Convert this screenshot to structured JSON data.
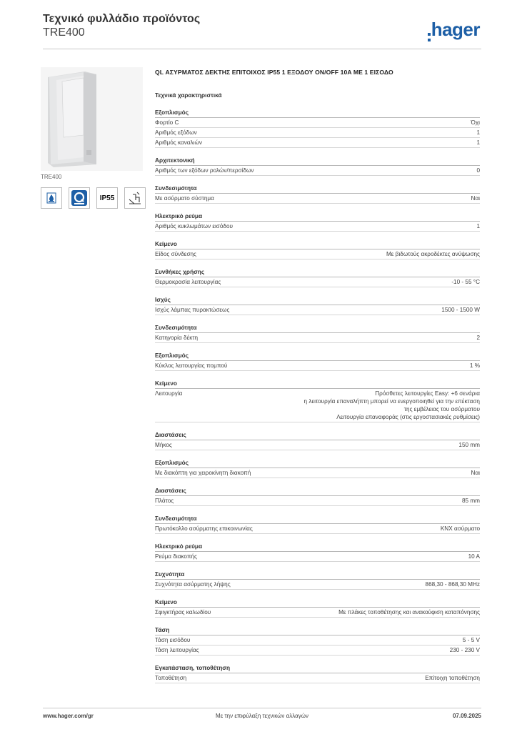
{
  "header": {
    "title": "Τεχνικό φυλλάδιο προϊόντος",
    "subtitle": "TRE400",
    "logo": "hager"
  },
  "product": {
    "image_code": "TRE400",
    "name": "QL ΑΣΥΡΜΑΤΟΣ ΔΕΚΤΗΣ ΕΠΙΤΟΙΧΟΣ IP55 1 ΕΞΟΔΟΥ ON/OFF 10A ΜΕ 1 ΕΙΣΟΔΟ",
    "icons": [
      {
        "name": "drop-icon"
      },
      {
        "name": "quicklink-icon"
      },
      {
        "name": "ip55-icon",
        "label": "IP55"
      },
      {
        "name": "installation-icon"
      }
    ]
  },
  "tech_heading": "Τεχνικά χαρακτηριστικά",
  "sections": [
    {
      "title": "Εξοπλισμός",
      "rows": [
        {
          "label": "Φορτίο C",
          "value": [
            "Όχι"
          ]
        },
        {
          "label": "Αριθμός εξόδων",
          "value": [
            "1"
          ]
        },
        {
          "label": "Αριθμός καναλιών",
          "value": [
            "1"
          ]
        }
      ]
    },
    {
      "title": "Αρχιτεκτονική",
      "rows": [
        {
          "label": "Αριθμός των εξόδων ρολών/περσίδων",
          "value": [
            "0"
          ]
        }
      ]
    },
    {
      "title": "Συνδεσιμότητα",
      "rows": [
        {
          "label": "Με ασύρματο σύστημα",
          "value": [
            "Ναι"
          ]
        }
      ]
    },
    {
      "title": "Ηλεκτρικό ρεύμα",
      "rows": [
        {
          "label": "Αριθμός κυκλωμάτων εισόδου",
          "value": [
            "1"
          ]
        }
      ]
    },
    {
      "title": "Κείμενο",
      "rows": [
        {
          "label": "Είδος σύνδεσης",
          "value": [
            "Με βιδωτούς ακροδέκτες ανύψωσης"
          ]
        }
      ]
    },
    {
      "title": "Συνθήκες χρήσης",
      "rows": [
        {
          "label": "Θερμοκρασία λειτουργίας",
          "value": [
            "-10 - 55 °C"
          ]
        }
      ]
    },
    {
      "title": "Ισχύς",
      "rows": [
        {
          "label": "Ισχύς λάμπας πυρακτώσεως",
          "value": [
            "1500 - 1500 W"
          ]
        }
      ]
    },
    {
      "title": "Συνδεσιμότητα",
      "rows": [
        {
          "label": "Κατηγορία δέκτη",
          "value": [
            "2"
          ]
        }
      ]
    },
    {
      "title": "Εξοπλισμός",
      "rows": [
        {
          "label": "Κύκλος λειτουργίας πομπού",
          "value": [
            "1 %"
          ]
        }
      ]
    },
    {
      "title": "Κείμενο",
      "rows": [
        {
          "label": "Λειτουργία",
          "value": [
            "Πρόσθετες λειτουργίες Easy: +6 σενάρια",
            "η λειτουργία επαναλήπτη μπορεί να ενεργοποιηθεί για την επέκταση",
            "της εμβέλειας του ασύρματου",
            "Λειτουργία επαναφοράς (στις εργοστασιακές ρυθμίσεις)"
          ]
        }
      ]
    },
    {
      "title": "Διαστάσεις",
      "rows": [
        {
          "label": "Μήκος",
          "value": [
            "150 mm"
          ]
        }
      ]
    },
    {
      "title": "Εξοπλισμός",
      "rows": [
        {
          "label": "Με διακόπτη για χειροκίνητη διακοπή",
          "value": [
            "Ναι"
          ]
        }
      ]
    },
    {
      "title": "Διαστάσεις",
      "rows": [
        {
          "label": "Πλάτος",
          "value": [
            "85 mm"
          ]
        }
      ]
    },
    {
      "title": "Συνδεσιμότητα",
      "rows": [
        {
          "label": "Πρωτόκολλο ασύρματης επικοινωνίας",
          "value": [
            "KNX ασύρματο"
          ]
        }
      ]
    },
    {
      "title": "Ηλεκτρικό ρεύμα",
      "rows": [
        {
          "label": "Ρεύμα διακοπής",
          "value": [
            "10 A"
          ]
        }
      ]
    },
    {
      "title": "Συχνότητα",
      "rows": [
        {
          "label": "Συχνότητα ασύρματης λήψης",
          "value": [
            "868,30 - 868,30 MHz"
          ]
        }
      ]
    },
    {
      "title": "Κείμενο",
      "rows": [
        {
          "label": "Σφιγκτήρας καλωδίου",
          "value": [
            "Με πλάκες τοποθέτησης και ανακούφιση καταπόνησης"
          ]
        }
      ]
    },
    {
      "title": "Τάση",
      "rows": [
        {
          "label": "Τάση εισόδου",
          "value": [
            "5 - 5 V"
          ]
        },
        {
          "label": "Τάση λειτουργίας",
          "value": [
            "230 - 230 V"
          ]
        }
      ]
    },
    {
      "title": "Εγκατάσταση, τοποθέτηση",
      "rows": [
        {
          "label": "Τοποθέτηση",
          "value": [
            "Επίτοιχη τοποθέτηση"
          ]
        }
      ]
    }
  ],
  "footer": {
    "website": "www.hager.com/gr",
    "note": "Με την επιφύλαξη τεχνικών αλλαγών",
    "date": "07.09.2025"
  },
  "colors": {
    "brand": "#1d5fa6",
    "rule": "#c8c8c8"
  }
}
